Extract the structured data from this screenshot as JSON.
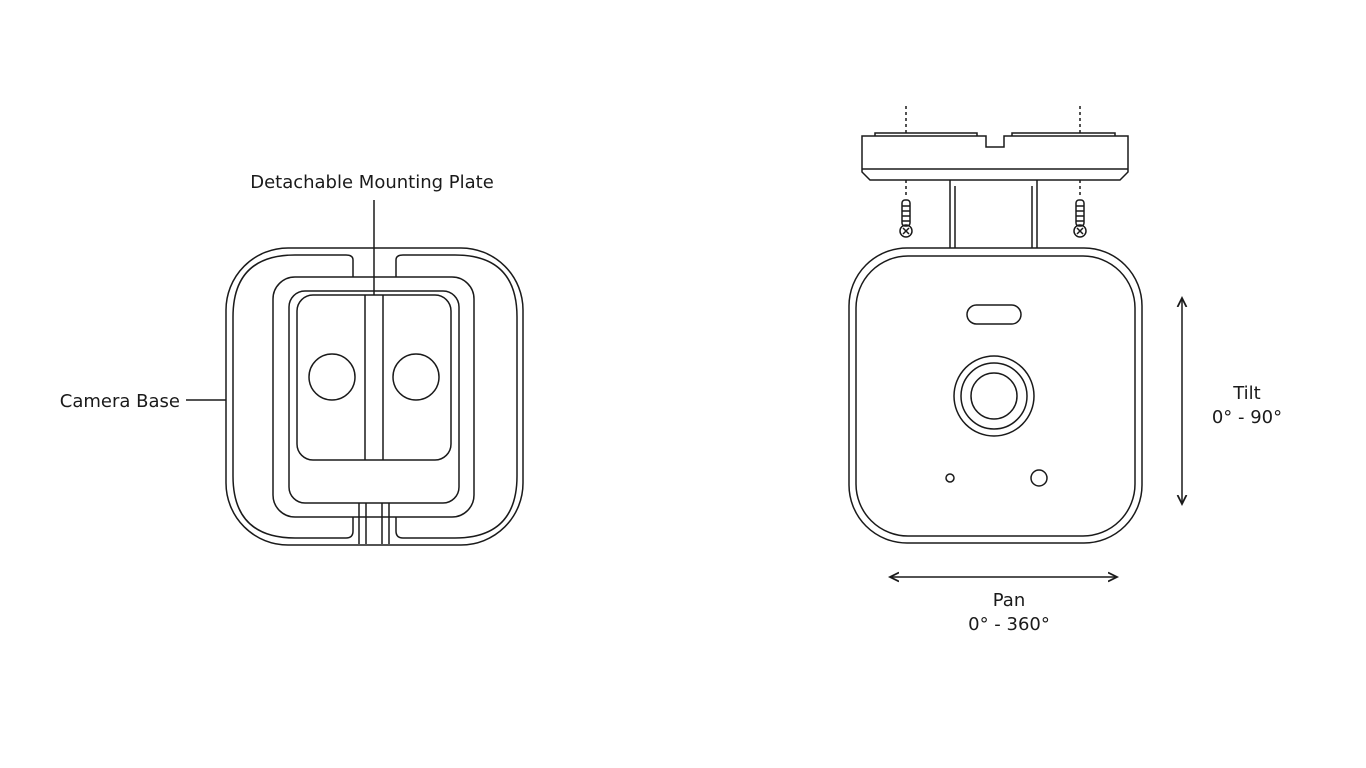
{
  "labels": {
    "mounting_plate": "Detachable Mounting Plate",
    "camera_base": "Camera Base",
    "tilt_title": "Tilt",
    "tilt_range": "0° - 90°",
    "pan_title": "Pan",
    "pan_range": "0° - 360°"
  },
  "colors": {
    "line": "#1a1a1a",
    "background": "#ffffff"
  }
}
